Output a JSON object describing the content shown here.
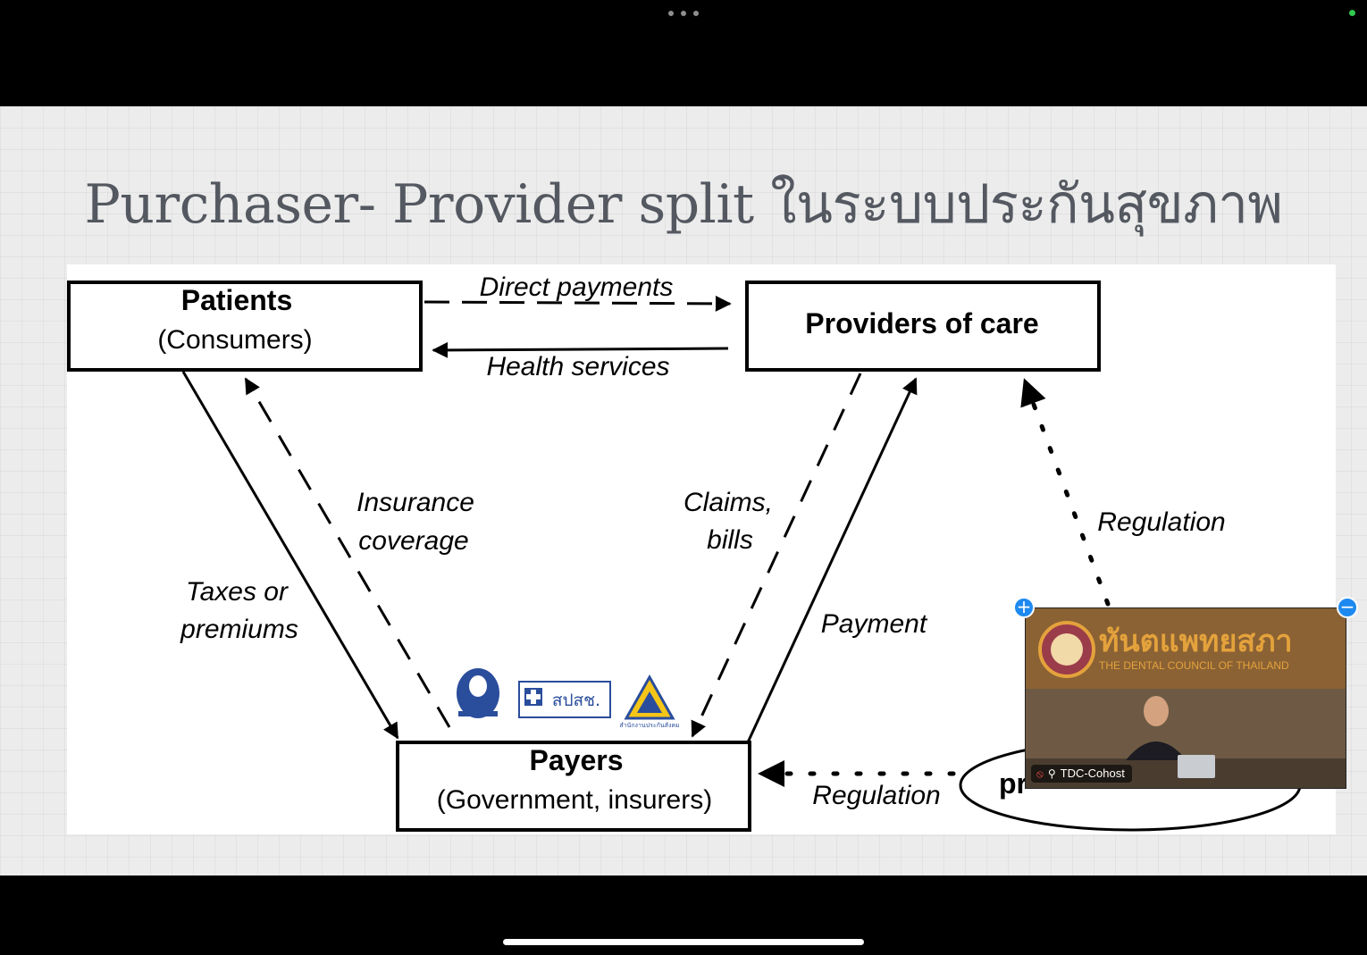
{
  "slide": {
    "title": "Purchaser- Provider split ในระบบประกันสุขภาพ"
  },
  "diagram": {
    "nodes": {
      "patients_title": "Patients",
      "patients_sub": "(Consumers)",
      "providers_title": "Providers of care",
      "payers_title": "Payers",
      "payers_sub": "(Government, insurers)",
      "regulator_partial": "pr"
    },
    "edges": {
      "direct_payments": "Direct payments",
      "health_services": "Health services",
      "insurance_coverage_1": "Insurance",
      "insurance_coverage_2": "coverage",
      "taxes_1": "Taxes or",
      "taxes_2": "premiums",
      "claims_1": "Claims,",
      "claims_2": "bills",
      "payment": "Payment",
      "regulation_right": "Regulation",
      "regulation_bottom": "Regulation"
    },
    "logos": {
      "nhso_text": "สปสช.",
      "sso_caption": "สำนักงานประกันสังคม"
    }
  },
  "video": {
    "participant_name": "TDC-Cohost",
    "sign_thai": "ทันตแพทยสภา",
    "sign_english": "THE DENTAL COUNCIL OF THAILAND",
    "add_label": "+",
    "remove_label": "−"
  },
  "colors": {
    "title_gray": "#545860",
    "accent_blue": "#1e8af0",
    "sign_gold": "#e4a23c",
    "logo_navy": "#2a4d9c"
  }
}
